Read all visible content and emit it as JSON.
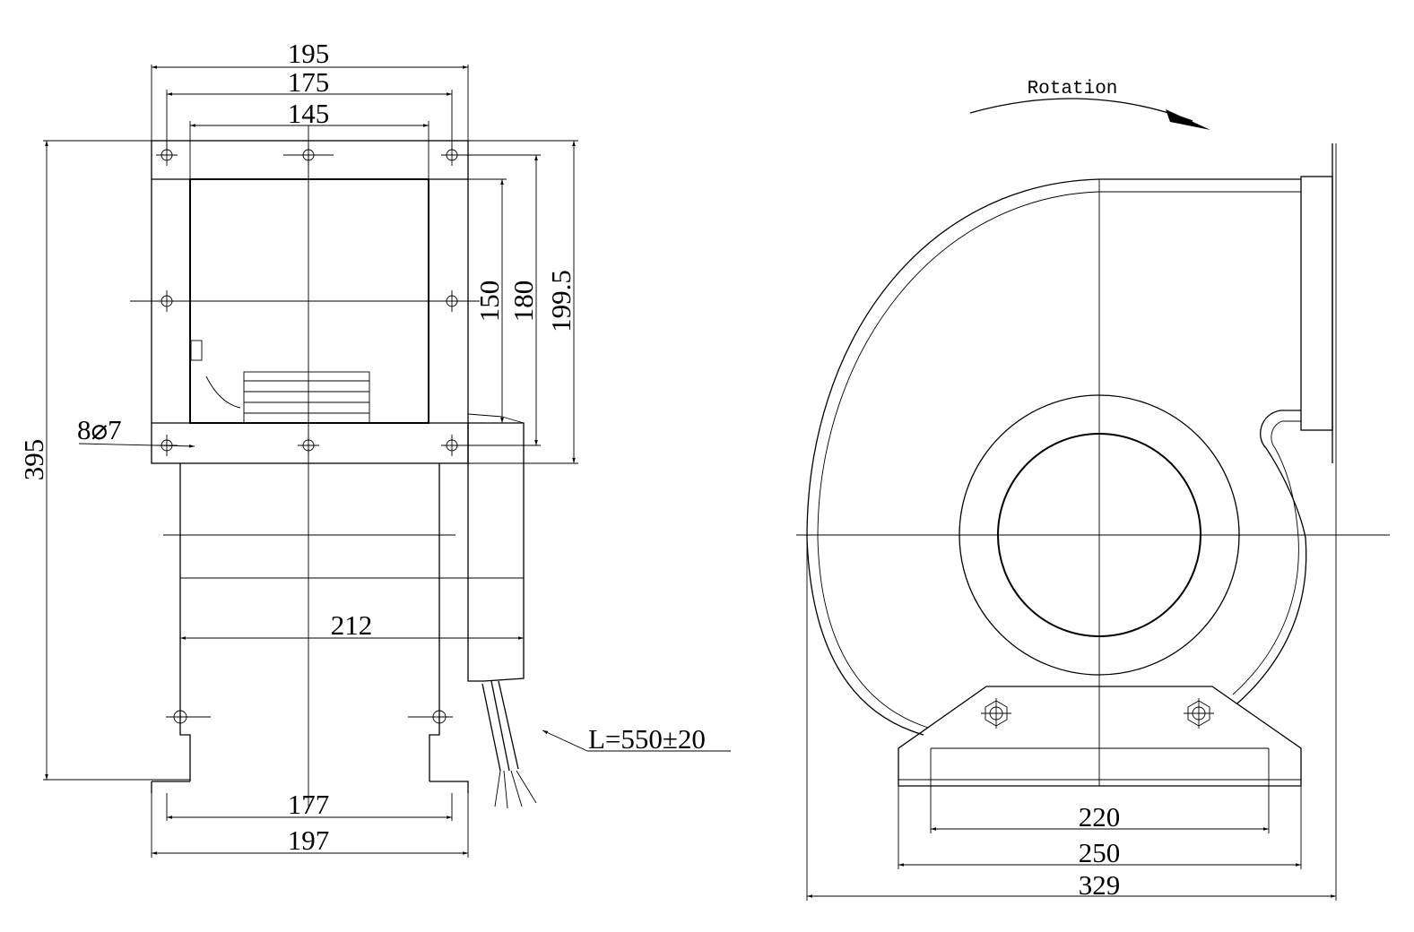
{
  "colors": {
    "ink": "#000000",
    "paper": "#ffffff"
  },
  "front_view": {
    "dims": {
      "width_195": "195",
      "hole_span_175": "175",
      "opening_145": "145",
      "opening_150": "150",
      "flange_180": "180",
      "flange_199_5": "199.5",
      "height_395": "395",
      "holes": "8⌀7",
      "depth_212": "212",
      "foot_177": "177",
      "foot_197": "197",
      "cable": "L=550±20"
    }
  },
  "side_view": {
    "rotation_label": "Rotation",
    "dims": {
      "base_220": "220",
      "base_250": "250",
      "overall_329": "329"
    }
  }
}
